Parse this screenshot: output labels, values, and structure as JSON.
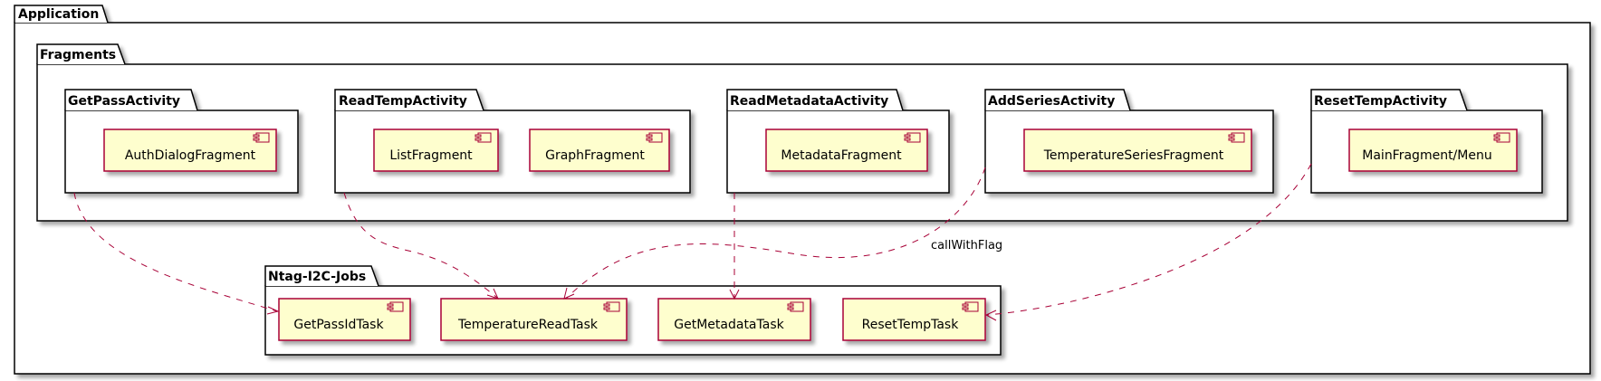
{
  "diagram": {
    "packages": {
      "application": "Application",
      "fragments": "Fragments",
      "get_pass_activity": "GetPassActivity",
      "read_temp_activity": "ReadTempActivity",
      "read_metadata_activity": "ReadMetadataActivity",
      "add_series_activity": "AddSeriesActivity",
      "reset_temp_activity": "ResetTempActivity",
      "ntag_jobs": "Ntag-I2C-Jobs"
    },
    "components": {
      "auth_dialog_fragment": "AuthDialogFragment",
      "list_fragment": "ListFragment",
      "graph_fragment": "GraphFragment",
      "metadata_fragment": "MetadataFragment",
      "temperature_series_fragment": "TemperatureSeriesFragment",
      "main_fragment_menu": "MainFragment/Menu",
      "get_pass_id_task": "GetPassIdTask",
      "temperature_read_task": "TemperatureReadTask",
      "get_metadata_task": "GetMetadataTask",
      "reset_temp_task": "ResetTempTask"
    },
    "edges": [
      {
        "from": "GetPassActivity",
        "to": "GetPassIdTask",
        "label": ""
      },
      {
        "from": "ReadTempActivity",
        "to": "TemperatureReadTask",
        "label": ""
      },
      {
        "from": "ReadMetadataActivity",
        "to": "GetMetadataTask",
        "label": ""
      },
      {
        "from": "AddSeriesActivity",
        "to": "TemperatureReadTask",
        "label": "callWithFlag"
      },
      {
        "from": "ResetTempActivity",
        "to": "ResetTempTask",
        "label": ""
      }
    ],
    "colors": {
      "component_fill": "#FEFECE",
      "component_border": "#A80036",
      "edge": "#A80036",
      "package_border": "#000000"
    }
  }
}
